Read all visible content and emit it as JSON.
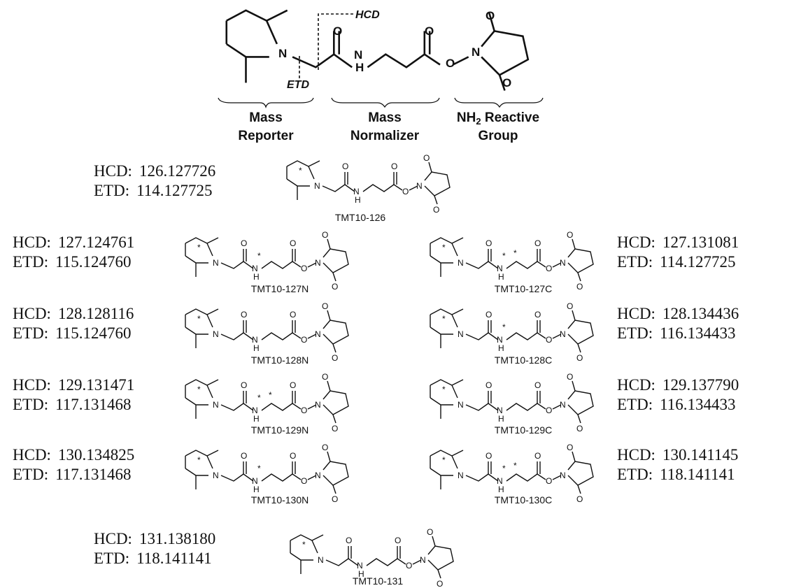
{
  "header": {
    "hcd_label": "HCD",
    "etd_label": "ETD",
    "groups": [
      {
        "line1": "Mass",
        "line2": "Reporter"
      },
      {
        "line1": "Mass",
        "line2": "Normalizer"
      },
      {
        "line1": "NH",
        "sub": "2",
        "line1b": " Reactive",
        "line2": "Group"
      }
    ],
    "atoms": {
      "N": "N",
      "O": "O",
      "H": "H"
    }
  },
  "reagents": [
    {
      "name": "TMT10-126",
      "hcd_prefix": "HCD:",
      "hcd": "126.127726",
      "etd_prefix": "ETD:",
      "etd": "114.127725"
    },
    {
      "name": "TMT10-127N",
      "hcd_prefix": "HCD:",
      "hcd": "127.124761",
      "etd_prefix": "ETD:",
      "etd": "115.124760"
    },
    {
      "name": "TMT10-127C",
      "hcd_prefix": "HCD:",
      "hcd": "127.131081",
      "etd_prefix": "ETD:",
      "etd": "114.127725"
    },
    {
      "name": "TMT10-128N",
      "hcd_prefix": "HCD:",
      "hcd": "128.128116",
      "etd_prefix": "ETD:",
      "etd": "115.124760"
    },
    {
      "name": "TMT10-128C",
      "hcd_prefix": "HCD:",
      "hcd": "128.134436",
      "etd_prefix": "ETD:",
      "etd": "116.134433"
    },
    {
      "name": "TMT10-129N",
      "hcd_prefix": "HCD:",
      "hcd": "129.131471",
      "etd_prefix": "ETD:",
      "etd": "117.131468"
    },
    {
      "name": "TMT10-129C",
      "hcd_prefix": "HCD:",
      "hcd": "129.137790",
      "etd_prefix": "ETD:",
      "etd": "116.134433"
    },
    {
      "name": "TMT10-130N",
      "hcd_prefix": "HCD:",
      "hcd": "130.134825",
      "etd_prefix": "ETD:",
      "etd": "117.131468"
    },
    {
      "name": "TMT10-130C",
      "hcd_prefix": "HCD:",
      "hcd": "130.141145",
      "etd_prefix": "ETD:",
      "etd": "118.141141"
    },
    {
      "name": "TMT10-131",
      "hcd_prefix": "HCD:",
      "hcd": "131.138180",
      "etd_prefix": "ETD:",
      "etd": "118.141141"
    }
  ]
}
